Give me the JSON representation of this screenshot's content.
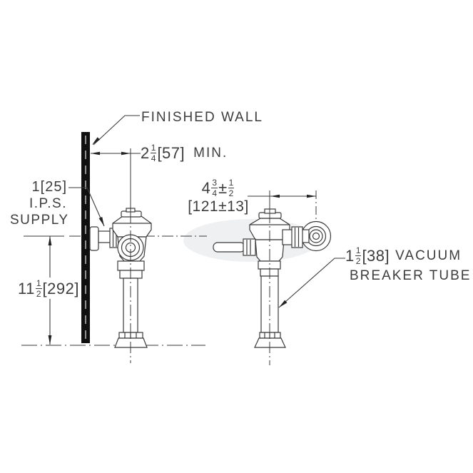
{
  "labels": {
    "finished_wall": "FINISHED WALL",
    "supply": {
      "line1": "1[25]",
      "line2": "I.P.S.",
      "line3": "SUPPLY"
    },
    "vacuum": {
      "whole": "1",
      "num": "1",
      "den": "2",
      "rest": "[38]",
      "word1": "VACUUM",
      "line2": "BREAKER TUBE"
    }
  },
  "dimensions": {
    "wall_to_cl": {
      "whole": "2",
      "num": "1",
      "den": "4",
      "rest": "[57]",
      "suffix": "MIN."
    },
    "cl_to_elbow": {
      "whole": "4",
      "num": "3",
      "den": "4",
      "pm": "±",
      "num2": "1",
      "den2": "2",
      "line2": "[121±13]"
    },
    "height": {
      "whole": "11",
      "num": "1",
      "den": "2",
      "rest": "[292]"
    }
  },
  "colors": {
    "line": "#3a3a3a",
    "wall": "#101010",
    "text": "#3d3d3d",
    "watermark": "#eef0f1"
  }
}
